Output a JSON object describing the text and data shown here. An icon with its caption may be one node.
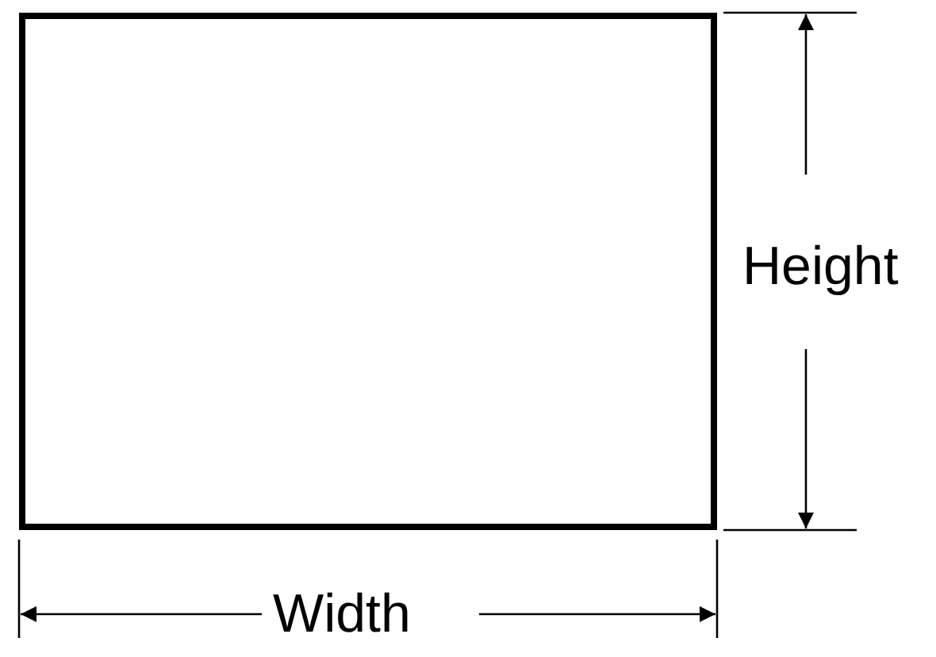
{
  "diagram": {
    "nodes": [
      {
        "text": [],
        "shape": "box"
      }
    ],
    "labels": [
      "Height",
      "Width"
    ]
  }
}
